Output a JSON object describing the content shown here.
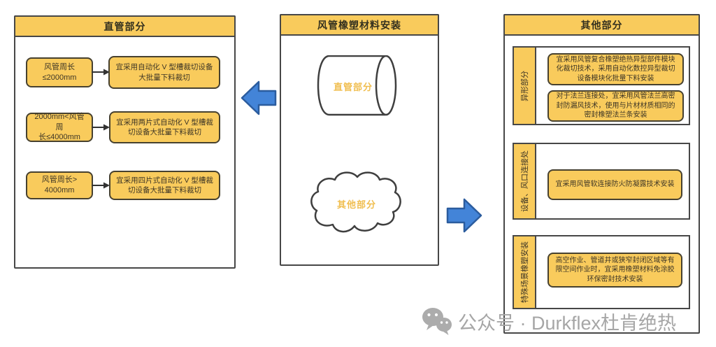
{
  "colors": {
    "box_fill": "#F9CB5C",
    "box_border": "#47412f",
    "panel_border": "#474747",
    "arrow_blue_fill": "#4384D8",
    "arrow_blue_border": "#2B5C9E",
    "shape_label_orange": "#F0BE4F",
    "watermark_gray": "#A6A6A6"
  },
  "icons": {
    "connector_arrow": "right-arrow-icon",
    "flow_arrow_left": "left-block-arrow-icon",
    "flow_arrow_right": "right-block-arrow-icon",
    "watermark_icon": "wechat-icon"
  },
  "left_panel": {
    "title": "直管部分",
    "rows": [
      {
        "condition": "风管周长\n≤2000mm",
        "action": "宜采用自动化 V 型槽裁切设备大批量下料裁切"
      },
      {
        "condition": "2000mm<风管周\n长≤4000mm",
        "action": "宜采用两片式自动化 V 型槽裁切设备大批量下料裁切"
      },
      {
        "condition": "风管周长>\n4000mm",
        "action": "宜采用四片式自动化 V 型槽裁切设备大批量下料裁切"
      }
    ]
  },
  "center_panel": {
    "title": "风管橡塑材料安装",
    "cylinder_label": "直管部分",
    "cloud_label": "其他部分"
  },
  "right_panel": {
    "title": "其他部分",
    "sections": [
      {
        "label": "异形部分",
        "boxes": [
          "宜采用风管复合橡塑绝热异型部件模块化裁切技术，采用自动化数控异型裁切设备模块化批量下料安装",
          "对于法兰连接处，宜采用风管法兰高密封防漏风技术，使用与片材材质相同的密封橡塑法兰条安装"
        ]
      },
      {
        "label": "设备、风口连接处",
        "boxes": [
          "宜采用风管软连接防火防凝露技术安装"
        ]
      },
      {
        "label": "特殊场景橡塑安装",
        "boxes": [
          "高空作业、管道井或狭窄封闭区域等有限空间作业时，宜采用橡塑材料免涂胶环保密封技术安装"
        ]
      }
    ]
  },
  "watermark": {
    "text": "公众号 · Durkflex杜肯绝热"
  }
}
